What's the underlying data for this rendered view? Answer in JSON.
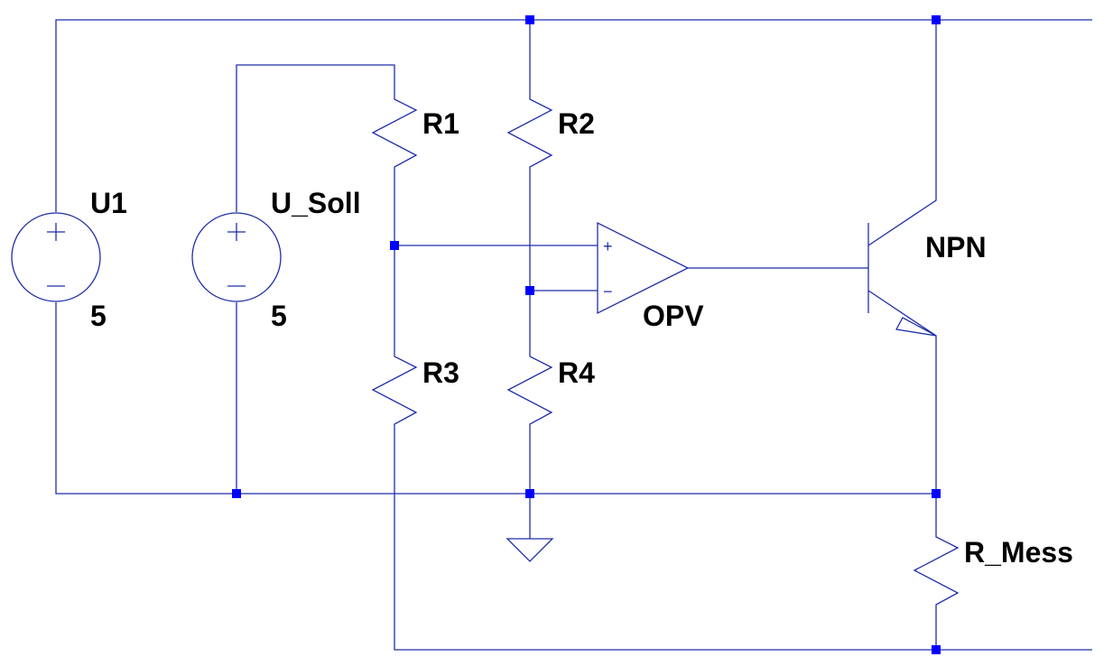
{
  "components": {
    "u1": {
      "name": "U1",
      "value": "5"
    },
    "u_soll": {
      "name": "U_Soll",
      "value": "5"
    },
    "r1": {
      "name": "R1"
    },
    "r2": {
      "name": "R2"
    },
    "r3": {
      "name": "R3"
    },
    "r4": {
      "name": "R4"
    },
    "opv": {
      "name": "OPV",
      "plus": "+",
      "minus": "−"
    },
    "npn": {
      "name": "NPN"
    },
    "r_mess": {
      "name": "R_Mess"
    }
  },
  "colors": {
    "wire": "#1f2ea8",
    "junction": "#0000ff",
    "label": "#000000",
    "background": "#ffffff"
  }
}
